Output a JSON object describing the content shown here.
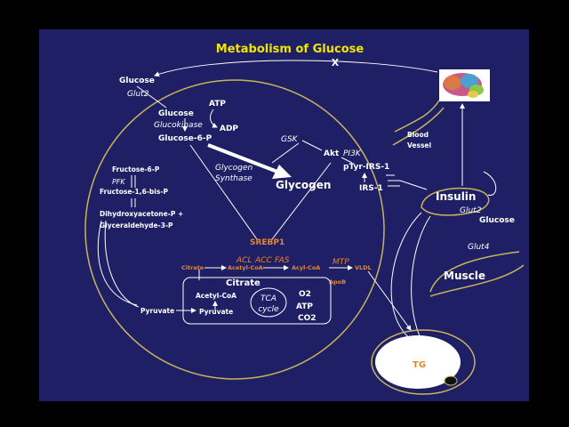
{
  "title": "Metabolism of Glucose",
  "block_mark": "X",
  "colors": {
    "background": "#1f1f66",
    "title": "#f2e600",
    "accent": "#e8862a",
    "outline": "#c9b45c"
  },
  "cell": {
    "glucose_outside": "Glucose",
    "glut2": "Glut2",
    "glucose": "Glucose",
    "atp": "ATP",
    "glucokinase": "Glucokinase",
    "adp": "ADP",
    "g6p": "Glucose-6-P",
    "gsk": "GSK",
    "akt": "Akt",
    "pi3k": "PI3K",
    "glycogen_synthase_1": "Glycogen",
    "glycogen_synthase_2": "Synthase",
    "glycogen": "Glycogen",
    "ptyr_irs1": "pTyr-IRS-1",
    "irs1": "IRS-1",
    "f6p": "Fructose-6-P",
    "pfk": "PFK",
    "f16bp": "Fructose-1,6-bis-P",
    "dhap": "Dihydroxyacetone-P +",
    "g3p": "Glyceraldehyde-3-P",
    "srebp1": "SREBP1",
    "acl": "ACL",
    "acc": "ACC",
    "fas": "FAS",
    "mtp": "MTP",
    "citrate_orange": "Citrate",
    "acetyl_coa_orange": "Acetyl-CoA",
    "acyl_coa": "Acyl-CoA",
    "vldl": "VLDL",
    "apob": "ApoB",
    "citrate": "Citrate",
    "acetyl_coa": "Acetyl-CoA",
    "tca_1": "TCA",
    "tca_2": "cycle",
    "o2": "O2",
    "atp2": "ATP",
    "co2": "CO2",
    "pyruvate_outer": "Pyruvate",
    "pyruvate_inner": "Pyruvate"
  },
  "right": {
    "blood_vessel_1": "Blood",
    "blood_vessel_2": "Vessel",
    "insulin": "Insulin",
    "glut2": "Glut2",
    "glucose": "Glucose",
    "glut4": "Glut4",
    "muscle": "Muscle",
    "tg": "TG"
  }
}
